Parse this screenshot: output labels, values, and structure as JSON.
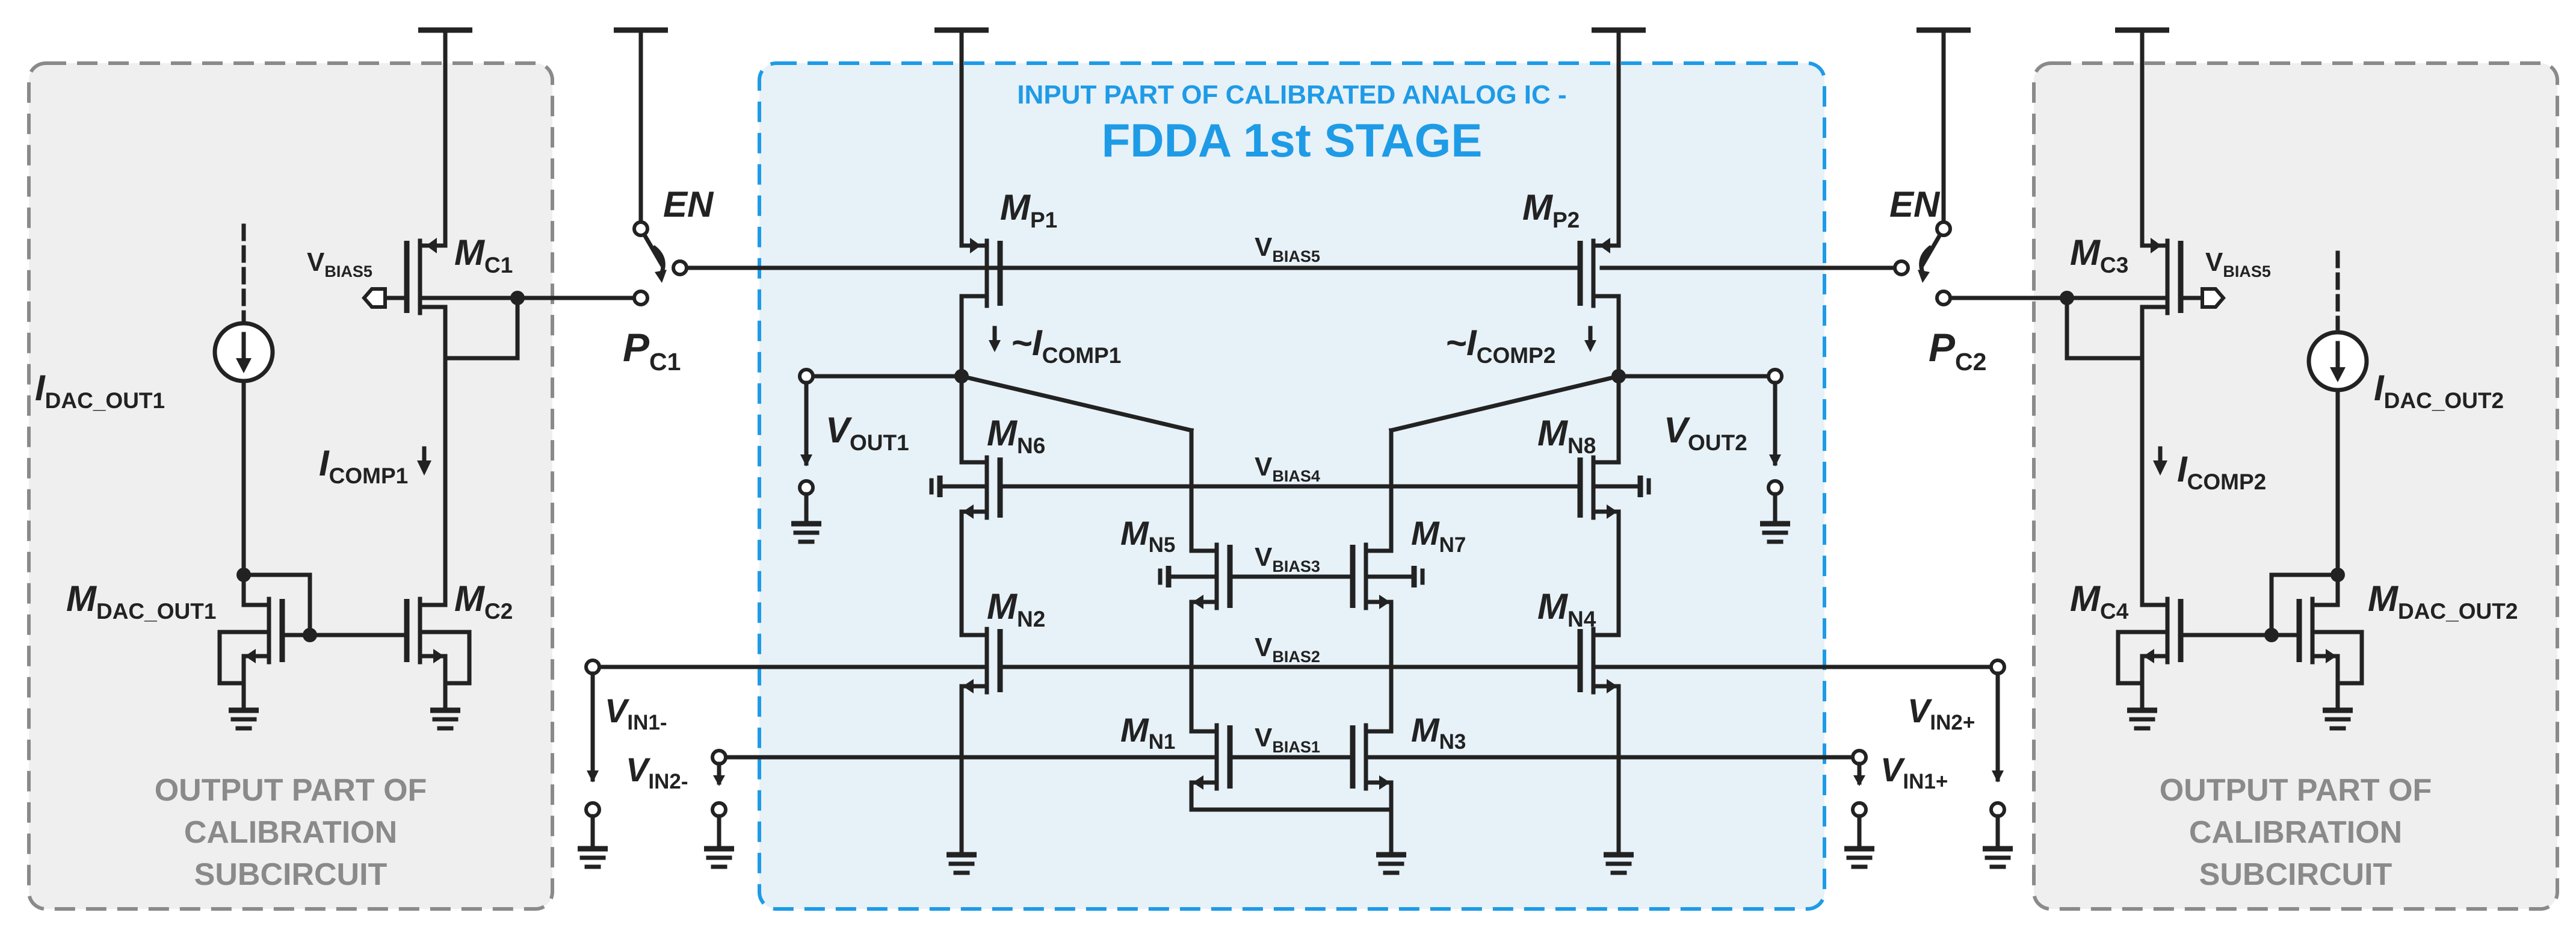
{
  "colors": {
    "accent_blue": "#1e9be6",
    "panel_blue_fill": "#e7f1f8",
    "panel_grey_fill": "#efefef",
    "panel_grey_border": "#8a8a8a",
    "wire": "#222222"
  },
  "center_block": {
    "subtitle": "INPUT PART OF CALIBRATED ANALOG IC -",
    "title": "FDDA 1st STAGE"
  },
  "left_block": {
    "lines": [
      "OUTPUT PART OF",
      "CALIBRATION",
      "SUBCIRCUIT"
    ]
  },
  "right_block": {
    "lines": [
      "OUTPUT PART OF",
      "CALIBRATION",
      "SUBCIRCUIT"
    ]
  },
  "labels": {
    "MP1": {
      "base": "M",
      "sub": "P1"
    },
    "MP2": {
      "base": "M",
      "sub": "P2"
    },
    "MN1": {
      "base": "M",
      "sub": "N1"
    },
    "MN2": {
      "base": "M",
      "sub": "N2"
    },
    "MN3": {
      "base": "M",
      "sub": "N3"
    },
    "MN4": {
      "base": "M",
      "sub": "N4"
    },
    "MN5": {
      "base": "M",
      "sub": "N5"
    },
    "MN6": {
      "base": "M",
      "sub": "N6"
    },
    "MN7": {
      "base": "M",
      "sub": "N7"
    },
    "MN8": {
      "base": "M",
      "sub": "N8"
    },
    "MC1": {
      "base": "M",
      "sub": "C1"
    },
    "MC2": {
      "base": "M",
      "sub": "C2"
    },
    "MC3": {
      "base": "M",
      "sub": "C3"
    },
    "MC4": {
      "base": "M",
      "sub": "C4"
    },
    "MDAC1": {
      "base": "M",
      "sub": "DAC_OUT1"
    },
    "MDAC2": {
      "base": "M",
      "sub": "DAC_OUT2"
    },
    "IDAC1": {
      "base": "I",
      "sub": "DAC_OUT1"
    },
    "IDAC2": {
      "base": "I",
      "sub": "DAC_OUT2"
    },
    "ICOMP1": {
      "base": "I",
      "sub": "COMP1"
    },
    "ICOMP2": {
      "base": "I",
      "sub": "COMP2"
    },
    "ICOMP1_T": {
      "base": "~I",
      "sub": "COMP1"
    },
    "ICOMP2_T": {
      "base": "~I",
      "sub": "COMP2"
    },
    "PC1": {
      "base": "P",
      "sub": "C1"
    },
    "PC2": {
      "base": "P",
      "sub": "C2"
    },
    "EN": "EN",
    "VOUT1": {
      "base": "V",
      "sub": "OUT1"
    },
    "VOUT2": {
      "base": "V",
      "sub": "OUT2"
    },
    "VIN1M": {
      "base": "V",
      "sub": "IN1-"
    },
    "VIN2M": {
      "base": "V",
      "sub": "IN2-"
    },
    "VIN1P": {
      "base": "V",
      "sub": "IN1+"
    },
    "VIN2P": {
      "base": "V",
      "sub": "IN2+"
    },
    "VBIAS1": {
      "base": "V",
      "sub": "BIAS1"
    },
    "VBIAS2": {
      "base": "V",
      "sub": "BIAS2"
    },
    "VBIAS3": {
      "base": "V",
      "sub": "BIAS3"
    },
    "VBIAS4": {
      "base": "V",
      "sub": "BIAS4"
    },
    "VBIAS5": {
      "base": "V",
      "sub": "BIAS5"
    }
  }
}
